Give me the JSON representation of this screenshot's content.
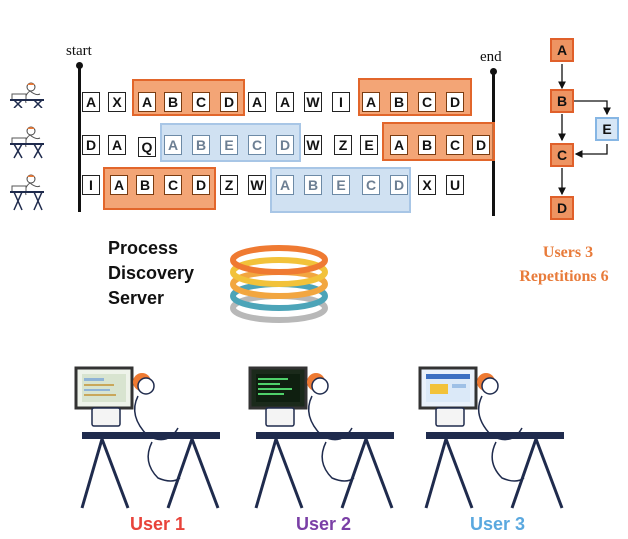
{
  "timeline": {
    "start_label": "start",
    "end_label": "end"
  },
  "traces": [
    {
      "cells": [
        "A",
        "X",
        "A",
        "B",
        "C",
        "D",
        "A",
        "A",
        "W",
        "I",
        "A",
        "B",
        "C",
        "D"
      ]
    },
    {
      "cells": [
        "D",
        "A",
        "Q",
        "A",
        "B",
        "E",
        "C",
        "D",
        "W",
        "Z",
        "E",
        "A",
        "B",
        "C",
        "D"
      ]
    },
    {
      "cells": [
        "I",
        "A",
        "B",
        "C",
        "D",
        "Z",
        "W",
        "A",
        "B",
        "E",
        "C",
        "D",
        "X",
        "U"
      ]
    }
  ],
  "process_model": {
    "nodes": [
      "A",
      "B",
      "C",
      "D",
      "E"
    ]
  },
  "server": {
    "line1": "Process",
    "line2": "Discovery",
    "line3": "Server"
  },
  "stats": {
    "users": "Users 3",
    "repetitions": "Repetitions 6"
  },
  "users": [
    {
      "label": "User 1",
      "color": "#e8433a"
    },
    {
      "label": "User 2",
      "color": "#7a3fa6"
    },
    {
      "label": "User 3",
      "color": "#5aa8df"
    }
  ],
  "colors": {
    "accent_orange": "#e2662b",
    "accent_blue": "#a8c6e6"
  },
  "icons": [
    "worker-icon",
    "server-stack-icon",
    "user-at-desk-icon"
  ]
}
